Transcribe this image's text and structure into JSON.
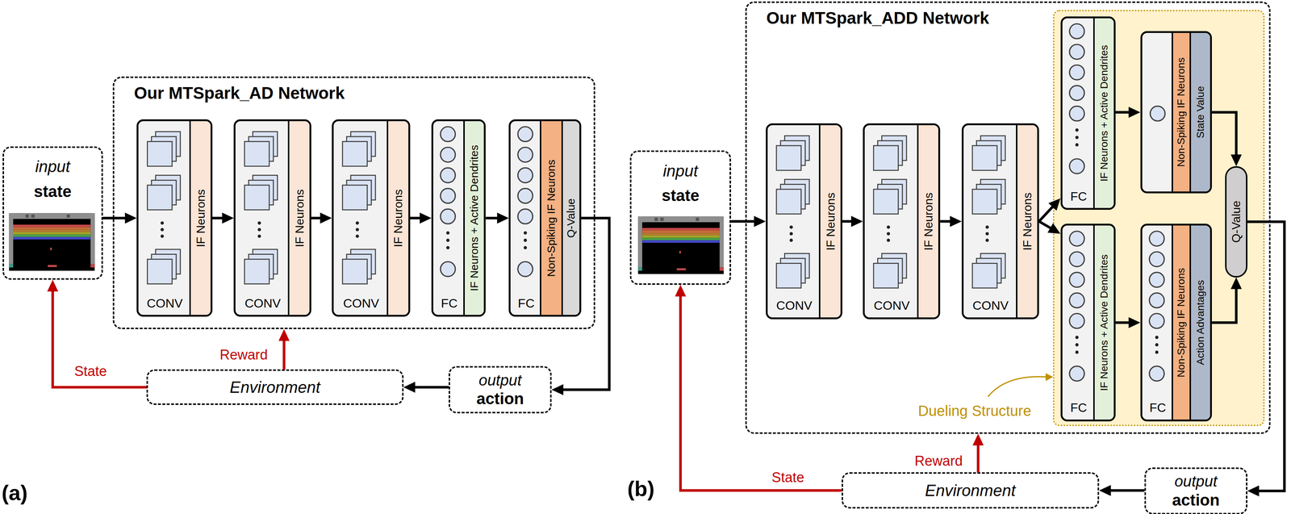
{
  "diagram": {
    "nodes": [
      {
        "text": [
          "input",
          "state"
        ]
      },
      {
        "text": [
          "Our MTSpark_AD Network"
        ]
      },
      {
        "text": [
          "CONV",
          "IF Neurons"
        ],
        "in": 1
      },
      {
        "text": [
          "CONV",
          "IF Neurons"
        ],
        "in": 1
      },
      {
        "text": [
          "CONV",
          "IF Neurons"
        ],
        "in": 1
      },
      {
        "text": [
          "FC",
          "IF Neurons + Active Dendrites"
        ],
        "in": 1
      },
      {
        "text": [
          "FC",
          "Non-Spiking IF Neurons",
          "Q-Value"
        ],
        "in": 1
      },
      {
        "text": [
          "Environment"
        ]
      },
      {
        "text": [
          "output",
          "action"
        ]
      },
      {
        "text": [
          "input",
          "state"
        ]
      },
      {
        "text": [
          "Our MTSpark_ADD Network"
        ]
      },
      {
        "text": [
          "CONV",
          "IF Neurons"
        ],
        "in": 10
      },
      {
        "text": [
          "CONV",
          "IF Neurons"
        ],
        "in": 10
      },
      {
        "text": [
          "CONV",
          "IF Neurons"
        ],
        "in": 10
      },
      {
        "text": [
          "Dueling Structure"
        ],
        "in": 10
      },
      {
        "text": [
          "FC",
          "IF Neurons + Active Dendrites"
        ],
        "in": 14
      },
      {
        "text": [
          "Non-Spiking IF Neurons",
          "State Value"
        ],
        "in": 14
      },
      {
        "text": [
          "FC",
          "IF Neurons + Active Dendrites"
        ],
        "in": 14
      },
      {
        "text": [
          "FC",
          "Non-Spiking IF Neurons",
          "Action Advantages"
        ],
        "in": 14
      },
      {
        "text": [
          "Q-Value"
        ],
        "in": 14
      },
      {
        "text": [
          "Environment"
        ]
      },
      {
        "text": [
          "output",
          "action"
        ]
      }
    ],
    "edges": [
      {
        "from": 0,
        "to": 2,
        "arrow": "to"
      },
      {
        "from": 2,
        "to": 3,
        "arrow": "to"
      },
      {
        "from": 3,
        "to": 4,
        "arrow": "to"
      },
      {
        "from": 4,
        "to": 5,
        "arrow": "to"
      },
      {
        "from": 5,
        "to": 6,
        "arrow": "to"
      },
      {
        "from": 6,
        "to": 8,
        "arrow": "to"
      },
      {
        "from": 8,
        "to": 7,
        "arrow": "to"
      },
      {
        "from": 7,
        "to": 0,
        "label": "State",
        "arrow": "to"
      },
      {
        "from": 7,
        "to": 1,
        "label": "Reward",
        "arrow": "to"
      },
      {
        "from": 9,
        "to": 11,
        "arrow": "to"
      },
      {
        "from": 11,
        "to": 12,
        "arrow": "to"
      },
      {
        "from": 12,
        "to": 13,
        "arrow": "to"
      },
      {
        "from": 13,
        "to": 15,
        "arrow": "to"
      },
      {
        "from": 13,
        "to": 17,
        "arrow": "to"
      },
      {
        "from": 15,
        "to": 16,
        "arrow": "to"
      },
      {
        "from": 17,
        "to": 18,
        "arrow": "to"
      },
      {
        "from": 16,
        "to": 19,
        "arrow": "to"
      },
      {
        "from": 18,
        "to": 19,
        "arrow": "to"
      },
      {
        "from": 19,
        "to": 21,
        "arrow": "to"
      },
      {
        "from": 21,
        "to": 20,
        "arrow": "to"
      },
      {
        "from": 20,
        "to": 9,
        "label": "State",
        "arrow": "to"
      },
      {
        "from": 20,
        "to": 10,
        "label": "Reward",
        "arrow": "to"
      }
    ],
    "labels": [
      "(a)",
      "(b)"
    ]
  }
}
